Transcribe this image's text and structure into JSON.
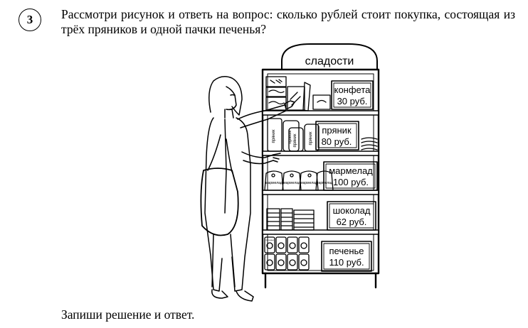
{
  "task": {
    "number": "3",
    "question": "Рассмотри рисунок и ответь на вопрос: сколько рублей стоит покупка, состоящая из трёх пряников и одной пачки печенья?",
    "instruction": "Запиши решение и ответ."
  },
  "shelf": {
    "sign": "сладости",
    "packages": {
      "pryanik": "пряник",
      "marmelad": "мармелад",
      "pechenye": "печенье"
    },
    "price_tags": [
      {
        "name": "конфета",
        "price": "30 руб."
      },
      {
        "name": "пряник",
        "price": "80 руб."
      },
      {
        "name": "мармелад",
        "price": "100 руб."
      },
      {
        "name": "шоколад",
        "price": "62 руб."
      },
      {
        "name": "печенье",
        "price": "110 руб."
      }
    ]
  }
}
